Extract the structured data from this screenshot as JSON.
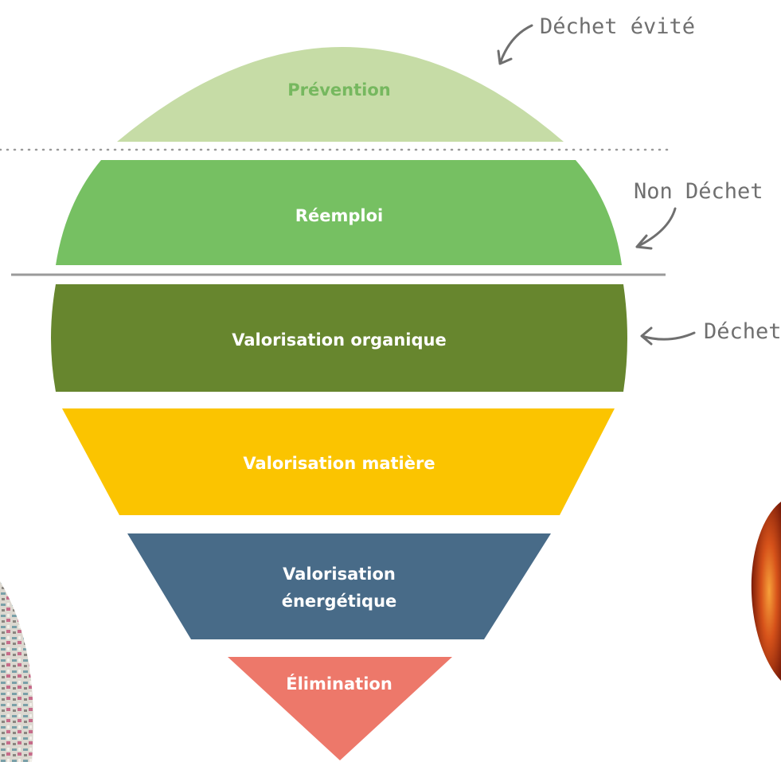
{
  "tiers": [
    {
      "label": "Prévention",
      "color": "#c6dca6",
      "text_color": "#76b85f"
    },
    {
      "label": "Réemploi",
      "color": "#76c062",
      "text_color": "#ffffff"
    },
    {
      "label": "Valorisation organique",
      "color": "#67862e",
      "text_color": "#ffffff"
    },
    {
      "label": "Valorisation matière",
      "color": "#fbc400",
      "text_color": "#ffffff"
    },
    {
      "label_line1": "Valorisation",
      "label_line2": "énergétique",
      "color": "#486b88",
      "text_color": "#ffffff"
    },
    {
      "label": "Élimination",
      "color": "#ed786a",
      "text_color": "#ffffff"
    }
  ],
  "annotations": {
    "avoided": "Déchet évité",
    "non_waste": "Non Déchet",
    "waste": "Déchet"
  },
  "colors": {
    "annotation": "#6f6f6f",
    "separator": "#9a9a9a",
    "fire": "#c13a10",
    "paper": "#d8d4cc"
  },
  "decorations": [
    "paper-waste-photo",
    "fire-photo"
  ]
}
